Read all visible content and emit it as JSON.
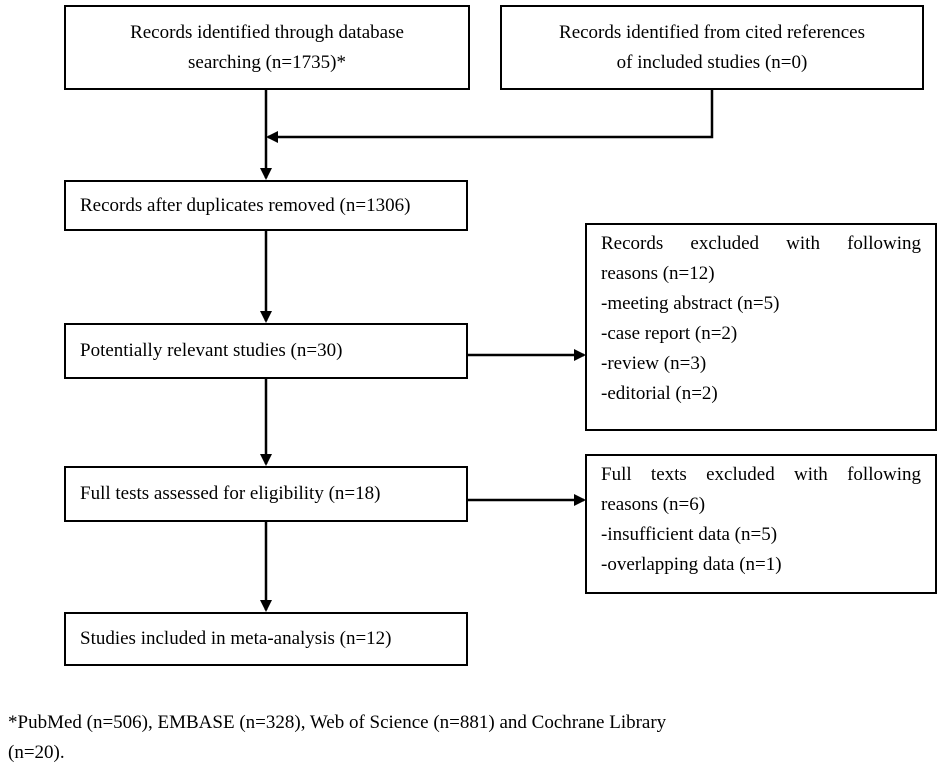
{
  "flow": {
    "db_search": {
      "line1": "Records identified through database",
      "line2": "searching (n=1735)*"
    },
    "cited_refs": {
      "line1": "Records identified from cited references",
      "line2": "of included studies (n=0)"
    },
    "after_duplicates": "Records after duplicates removed (n=1306)",
    "potentially_relevant": "Potentially relevant studies (n=30)",
    "full_tests": "Full tests assessed for eligibility (n=18)",
    "included": "Studies included in meta-analysis (n=12)"
  },
  "exclusions": {
    "records": {
      "header_line1": "Records  excluded  with  following",
      "header_line2": "reasons (n=12)",
      "items": [
        "-meeting abstract (n=5)",
        "-case report (n=2)",
        "-review (n=3)",
        "-editorial (n=2)"
      ]
    },
    "full_texts": {
      "header_line1": "Full  texts  excluded  with  following",
      "header_line2": "reasons (n=6)",
      "items": [
        "-insufficient data (n=5)",
        "-overlapping data (n=1)"
      ]
    }
  },
  "footnote": {
    "line1": "*PubMed (n=506), EMBASE (n=328), Web of Science (n=881) and Cochrane Library",
    "line2": "(n=20)."
  }
}
